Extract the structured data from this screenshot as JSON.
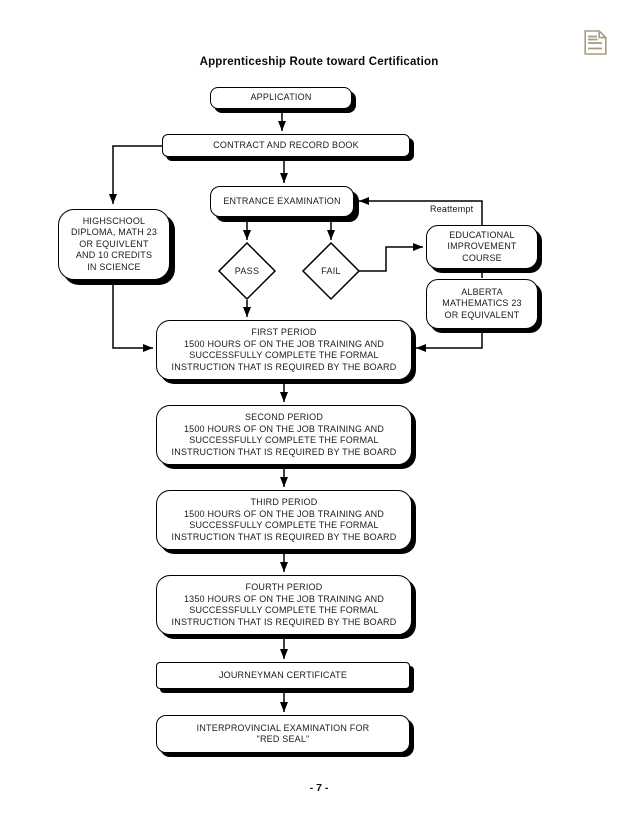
{
  "page": {
    "title": "Apprenticeship Route toward Certification",
    "page_number": "- 7 -"
  },
  "header": {
    "document_icon": "document"
  },
  "flowchart": {
    "nodes": {
      "application": "APPLICATION",
      "contract": "CONTRACT AND RECORD BOOK",
      "entrance_exam": "ENTRANCE EXAMINATION",
      "highschool": "HIGHSCHOOL\nDIPLOMA, MATH 23\nOR EQUIVLENT\nAND 10 CREDITS\nIN SCIENCE",
      "pass": "PASS",
      "fail": "FAIL",
      "reattempt_label": "Reattempt",
      "educational": "EDUCATIONAL\nIMPROVEMENT\nCOURSE",
      "alberta": "ALBERTA\nMATHEMATICS 23\nOR EQUIVALENT",
      "first_period": "FIRST PERIOD\n1500 HOURS OF ON THE JOB TRAINING AND\nSUCCESSFULLY COMPLETE THE FORMAL\nINSTRUCTION THAT IS REQUIRED BY THE BOARD",
      "second_period": "SECOND PERIOD\n1500 HOURS OF ON THE JOB TRAINING AND\nSUCCESSFULLY COMPLETE THE FORMAL\nINSTRUCTION THAT IS REQUIRED BY THE BOARD",
      "third_period": "THIRD PERIOD\n1500 HOURS OF ON THE JOB TRAINING AND\nSUCCESSFULLY COMPLETE THE FORMAL\nINSTRUCTION THAT IS REQUIRED BY THE BOARD",
      "fourth_period": "FOURTH PERIOD\n1350 HOURS OF ON THE JOB TRAINING AND\nSUCCESSFULLY COMPLETE THE FORMAL\nINSTRUCTION THAT IS REQUIRED BY THE BOARD",
      "journeyman": "JOURNEYMAN CERTIFICATE",
      "interprovincial": "INTERPROVINCIAL EXAMINATION FOR\n\"RED SEAL\""
    },
    "colors": {
      "line": "#000000",
      "box_fill": "#ffffff",
      "shadow": "#000000",
      "text": "#1a1a1a",
      "icon": "#a89b7d",
      "paper": "#ffffff"
    }
  }
}
